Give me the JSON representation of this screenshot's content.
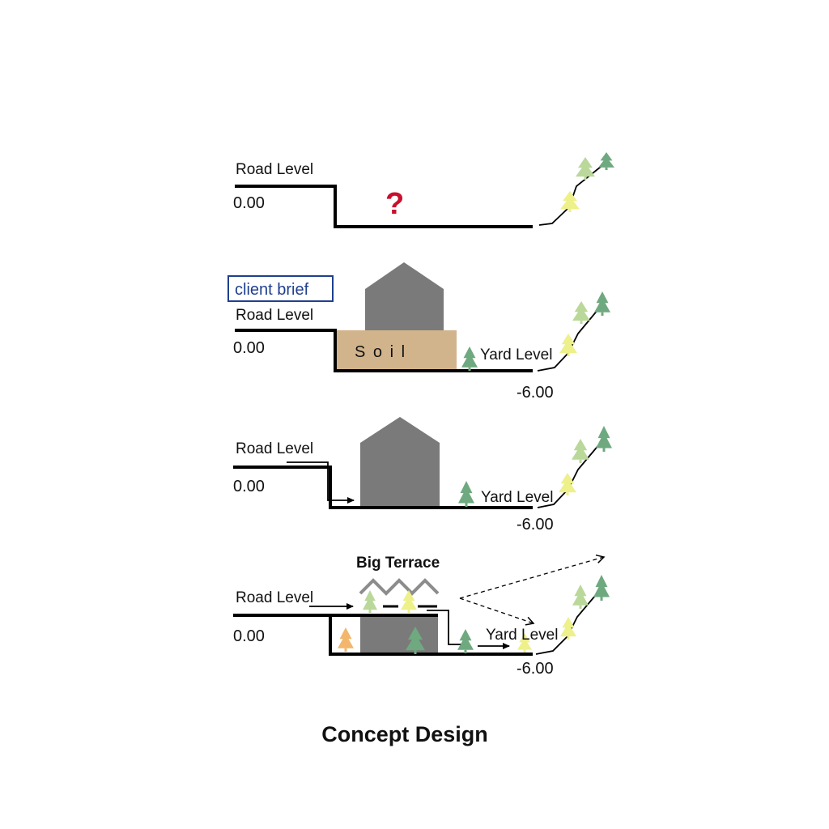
{
  "colors": {
    "house": "#7a7a7a",
    "soil": "#d2b48c",
    "tree_dark": "#6fa97f",
    "tree_light": "#b9d89a",
    "tree_yellow": "#eef08a",
    "tree_orange": "#f2b66c",
    "question": "#c8102e",
    "brief_border": "#1f3f8f"
  },
  "panel1": {
    "road_label": "Road Level",
    "road_value": "0.00",
    "question_mark": "?"
  },
  "panel2": {
    "badge": "client brief",
    "road_label": "Road Level",
    "road_value": "0.00",
    "soil_label": "S o i l",
    "yard_label": "Yard Level",
    "yard_value": "-6.00"
  },
  "panel3": {
    "road_label": "Road Level",
    "road_value": "0.00",
    "yard_label": "Yard Level",
    "yard_value": "-6.00"
  },
  "panel4": {
    "terrace_label": "Big Terrace",
    "road_label": "Road Level",
    "road_value": "0.00",
    "yard_label": "Yard Level",
    "yard_value": "-6.00"
  },
  "title": "Concept Design"
}
